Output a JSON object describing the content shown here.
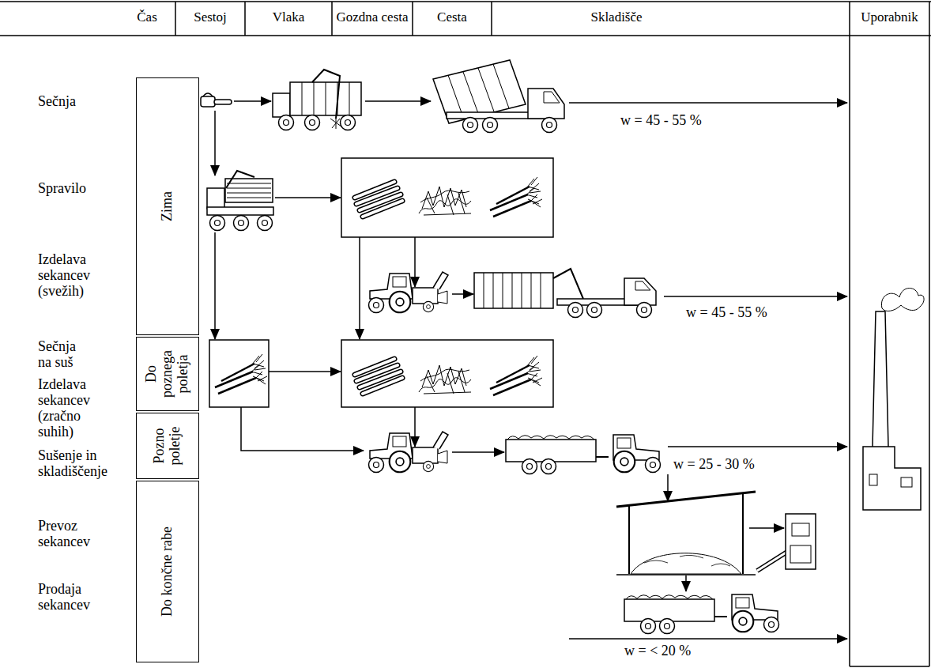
{
  "diagram": {
    "nodes": [
      {
        "text": [
          "Zima"
        ]
      },
      {
        "text": [
          "Do poznega poletja"
        ]
      },
      {
        "text": [
          "Pozno poletje"
        ]
      },
      {
        "text": [
          "Do končne rabe"
        ]
      }
    ],
    "labels": [
      "Čas",
      "Sestoj",
      "Vlaka",
      "Gozdna cesta",
      "Cesta",
      "Skladišče",
      "Uporabnik",
      "Sečnja",
      "Spravilo",
      "Izdelava sekancev (svežih)",
      "Sečnja na suš",
      "Izdelava sekancev (zračno suhih)",
      "Sušenje in skladiščenje",
      "Prevoz sekancev",
      "Prodaja sekancev",
      "w = 45 - 55 %",
      "w = 45 - 55 %",
      "w = 25 - 30 %",
      "w = < 20 %"
    ]
  }
}
